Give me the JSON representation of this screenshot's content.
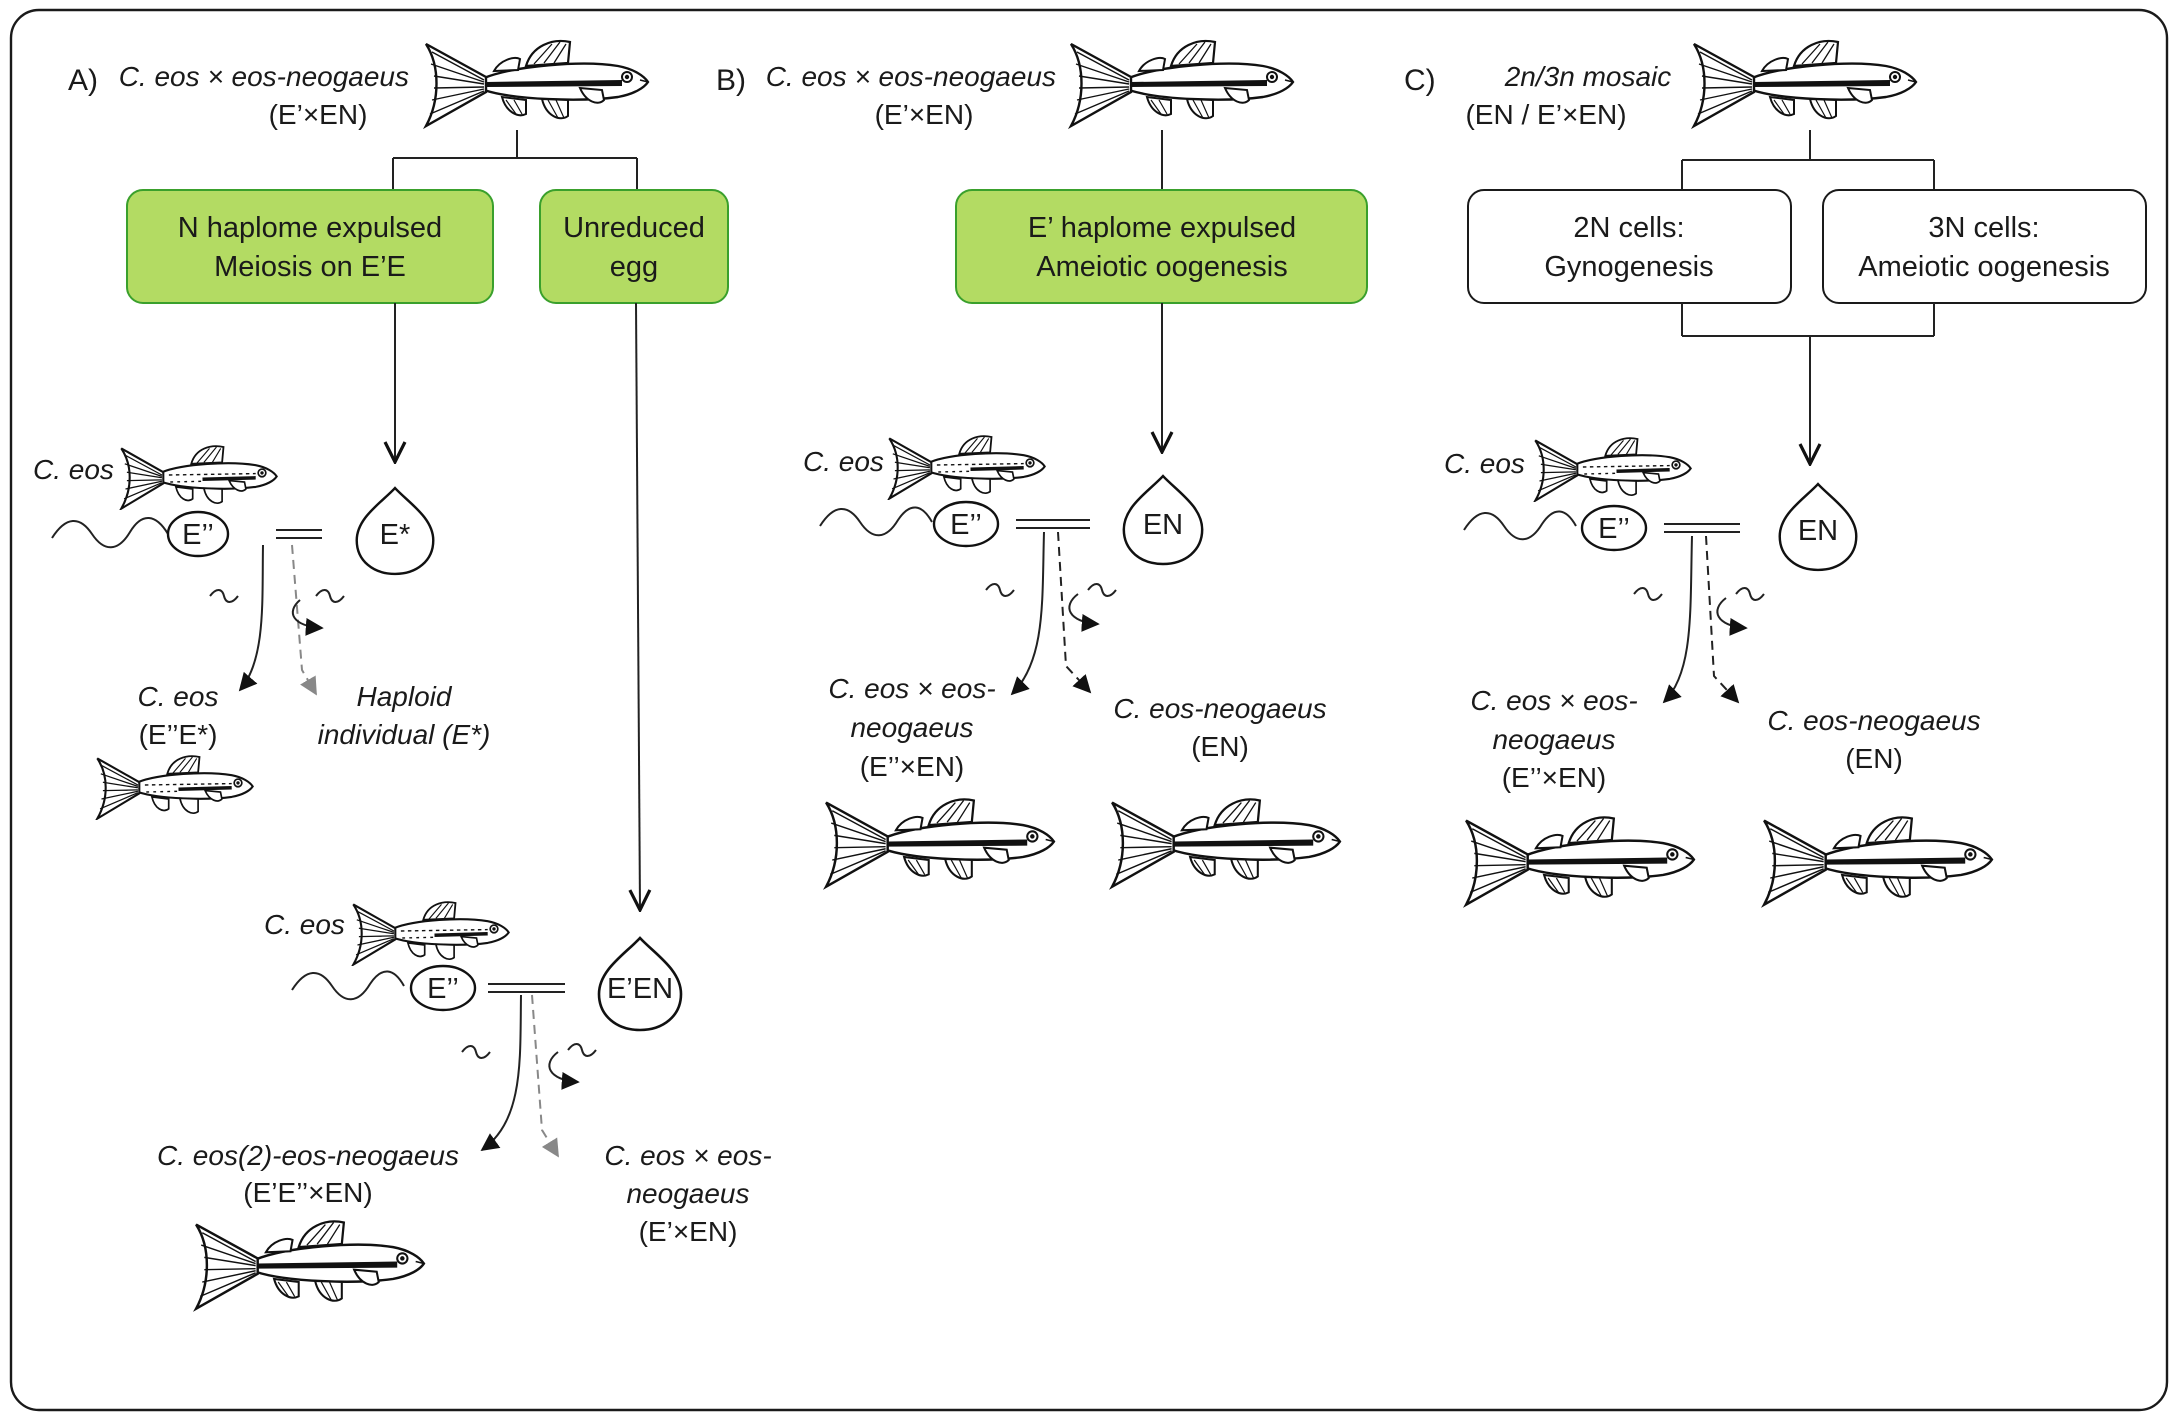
{
  "panels": {
    "a": {
      "letter": "A)",
      "title_it": "C. eos × eos-neogaeus",
      "title_sub": "(E’×EN)",
      "box1": [
        "N haplome expulsed",
        "Meiosis on E’E"
      ],
      "box2": [
        "Unreduced",
        "egg"
      ],
      "male_label": "C. eos",
      "sperm": "E’’",
      "egg1": "E*",
      "off1_it": "C. eos",
      "off1_sub": "(E’’E*)",
      "off2_it": [
        "Haploid",
        "individual  (E*)"
      ],
      "male2_label": "C. eos",
      "sperm2": "E’’",
      "egg2": "E’EN",
      "off3_it": "C. eos(2)-eos-neogaeus",
      "off3_sub": "(E’E’’×EN)",
      "off4_it": [
        "C. eos × eos-",
        "neogaeus"
      ],
      "off4_sub": "(E’×EN)"
    },
    "b": {
      "letter": "B)",
      "title_it": "C. eos × eos-neogaeus",
      "title_sub": "(E’×EN)",
      "box": [
        "E’ haplome expulsed",
        "Ameiotic oogenesis"
      ],
      "male_label": "C. eos",
      "sperm": "E’’",
      "egg": "EN",
      "off1_it": [
        "C. eos × eos-",
        "neogaeus"
      ],
      "off1_sub": "(E’’×EN)",
      "off2_it": "C. eos-neogaeus",
      "off2_sub": "(EN)"
    },
    "c": {
      "letter": "C)",
      "title_it": "2n/3n mosaic",
      "title_sub": "(EN / E’×EN)",
      "box1": [
        "2N cells:",
        "Gynogenesis"
      ],
      "box2": [
        "3N cells:",
        "Ameiotic oogenesis"
      ],
      "male_label": "C. eos",
      "sperm": "E’’",
      "egg": "EN",
      "off1_it": [
        "C. eos × eos-",
        "neogaeus"
      ],
      "off1_sub": "(E’’×EN)",
      "off2_it": "C. eos-neogaeus",
      "off2_sub": "(EN)"
    }
  },
  "colors": {
    "green_fill": "#b3db63",
    "green_stroke": "#3aa02c",
    "frame": "#1a1a1a",
    "dashed_gray": "#888888"
  },
  "icons": {
    "hybrid_fish": "large-striped-fish-icon",
    "eos_fish": "small-speckled-fish-icon",
    "sperm": "sperm-cell-icon",
    "egg": "egg-cell-icon",
    "male_symbol": "male-symbol-icon",
    "female_symbol": "female-symbol-icon"
  }
}
